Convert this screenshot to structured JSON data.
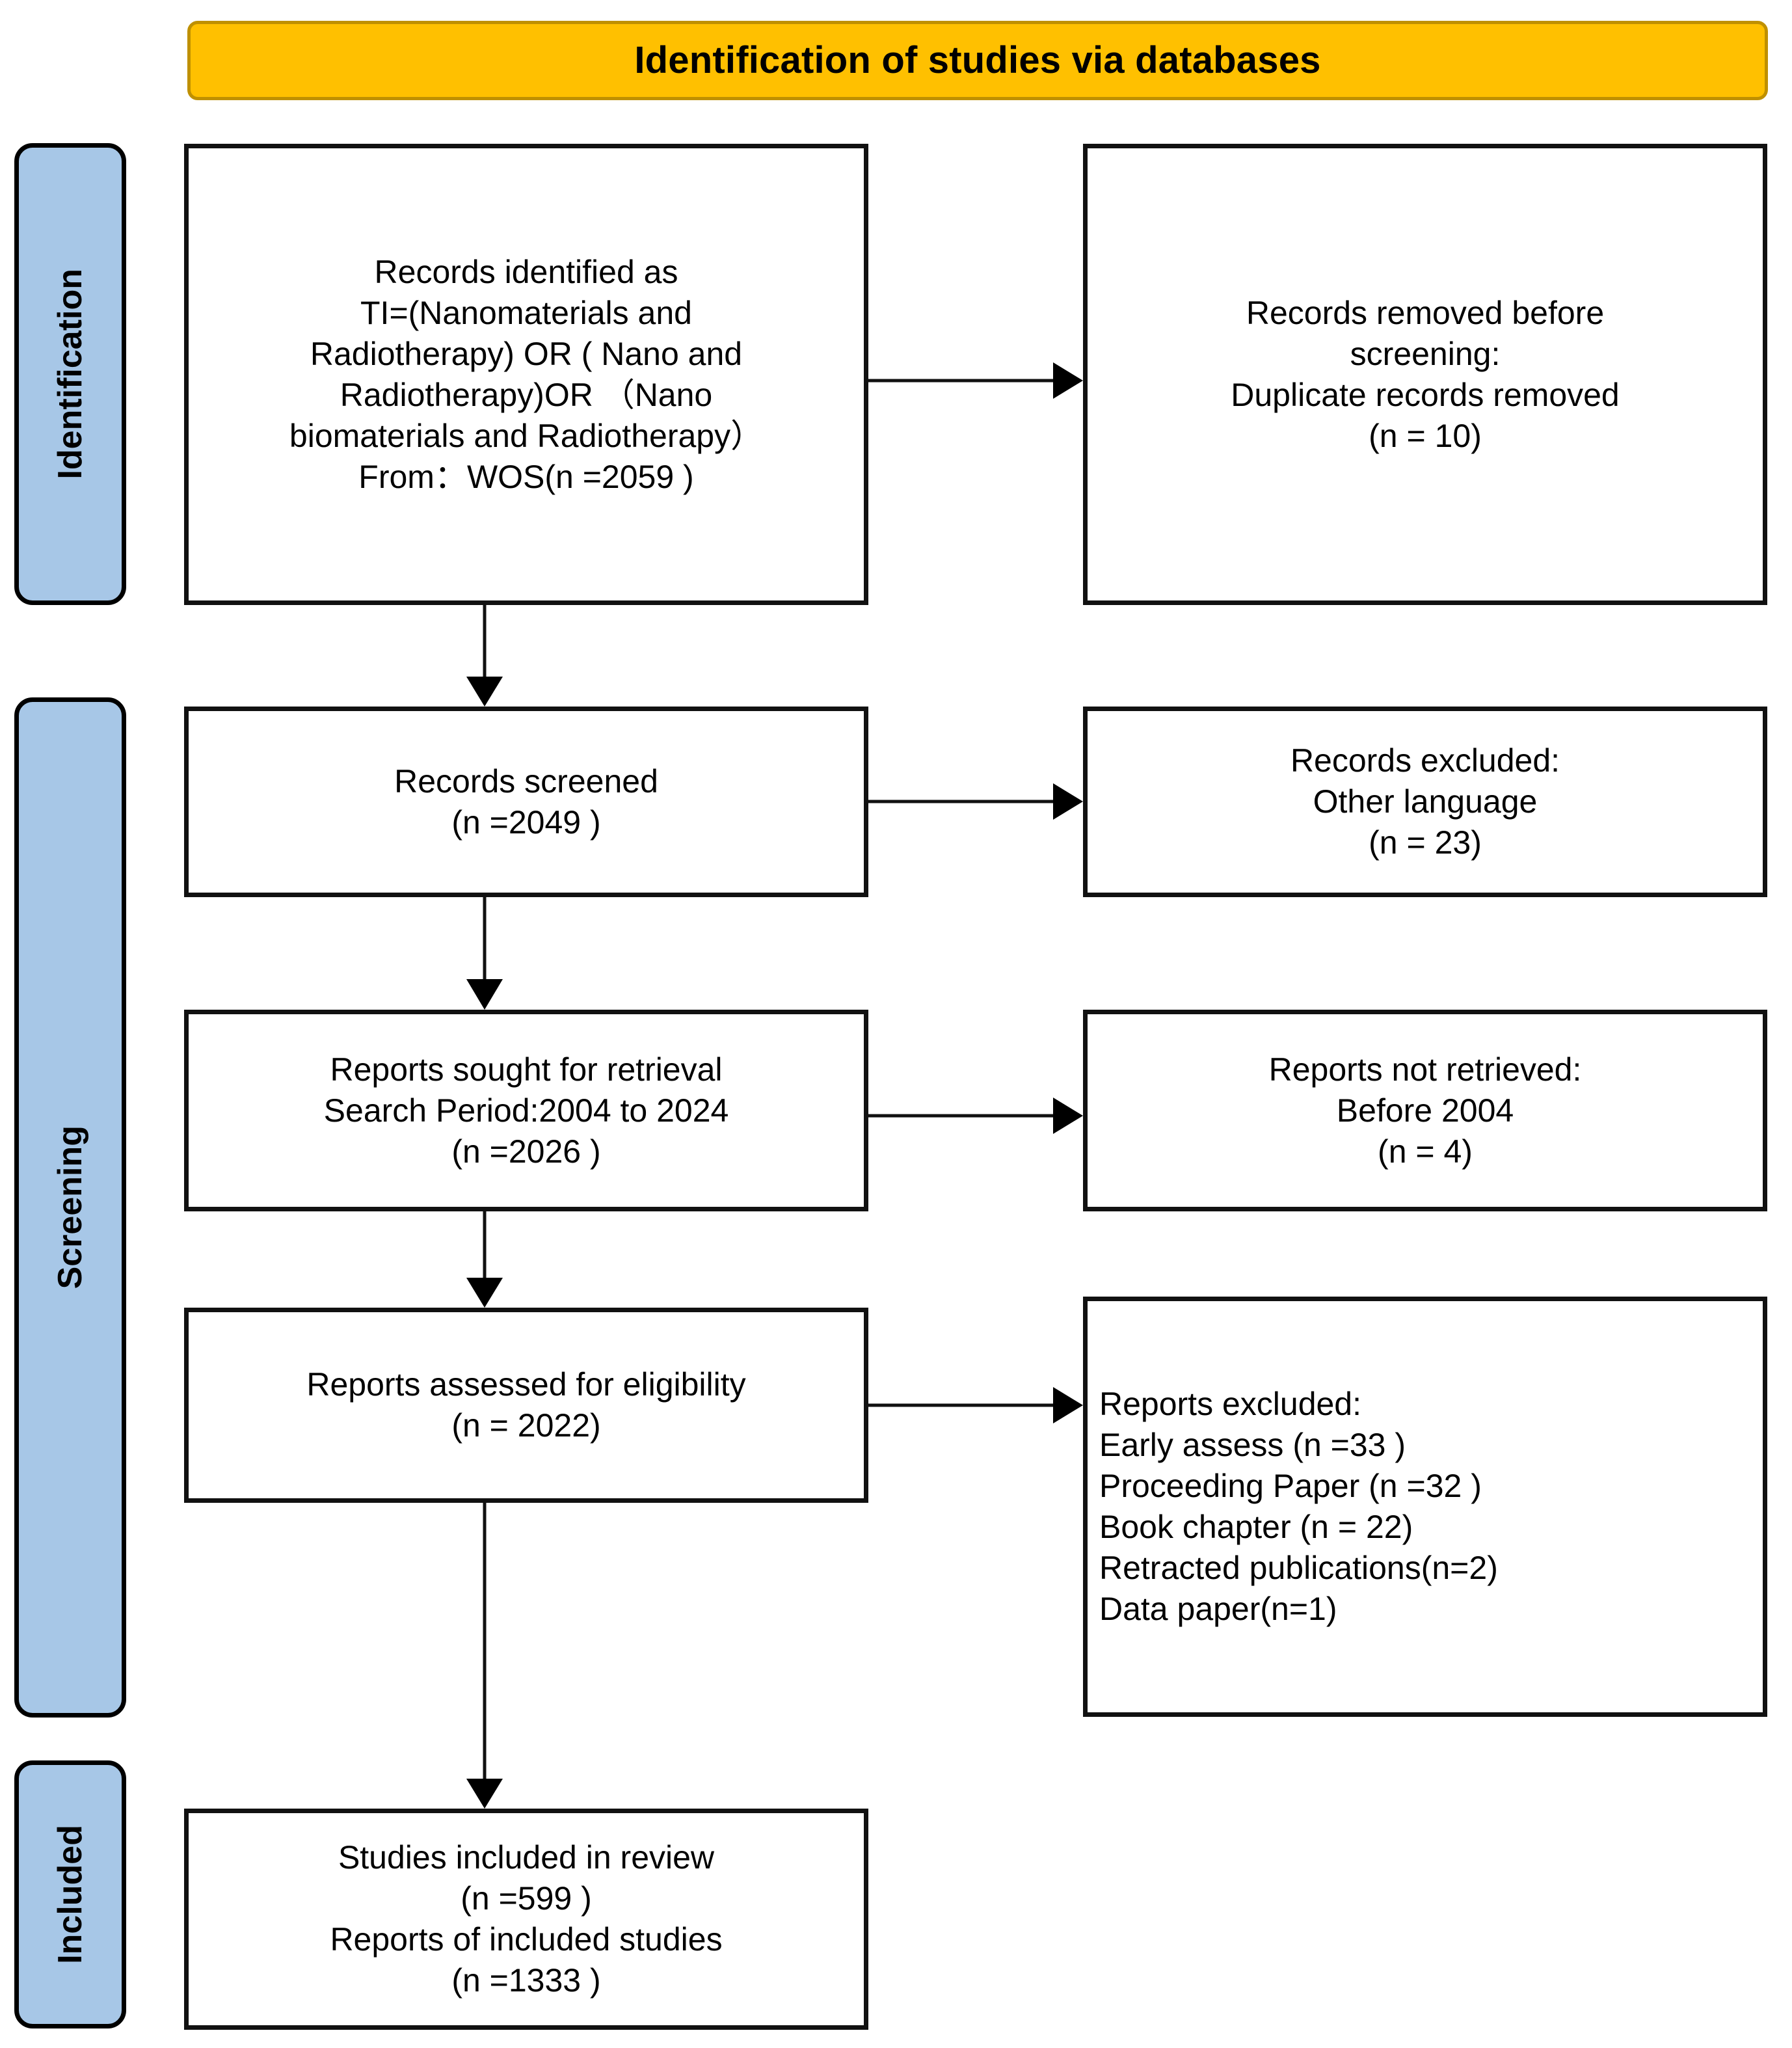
{
  "banner": {
    "title": "Identification of studies via databases"
  },
  "stages": [
    {
      "id": "identification",
      "label": "Identification"
    },
    {
      "id": "screening",
      "label": "Screening"
    },
    {
      "id": "included",
      "label": "Included"
    }
  ],
  "boxes": {
    "identified": "Records identified as\nTI=(Nanomaterials and\nRadiotherapy) OR ( Nano and\nRadiotherapy)OR （Nano\nbiomaterials and Radiotherapy）\nFrom：WOS(n =2059 )",
    "removed": "Records removed before\nscreening:\nDuplicate records removed\n(n = 10)",
    "screened": "Records screened\n(n =2049 )",
    "excluded_language": "Records excluded:\nOther language\n(n = 23)",
    "sought": "Reports sought for retrieval\nSearch Period:2004 to 2024\n(n =2026 )",
    "not_retrieved": "Reports not retrieved:\nBefore 2004\n(n = 4)",
    "assessed": "Reports assessed for eligibility\n(n = 2022)",
    "excluded_reports": "Reports excluded:\n    Early assess (n =33 )\n    Proceeding Paper (n =32 )\n    Book chapter (n = 22)\n    Retracted publications(n=2)\n    Data paper(n=1)",
    "included": "Studies included in review\n(n =599 )\nReports of included studies\n(n =1333 )"
  },
  "colors": {
    "banner_fill": "#FFC000",
    "banner_border": "#BF9000",
    "stage_fill": "#A7C7E7",
    "box_border": "#111111",
    "text": "#000000"
  }
}
